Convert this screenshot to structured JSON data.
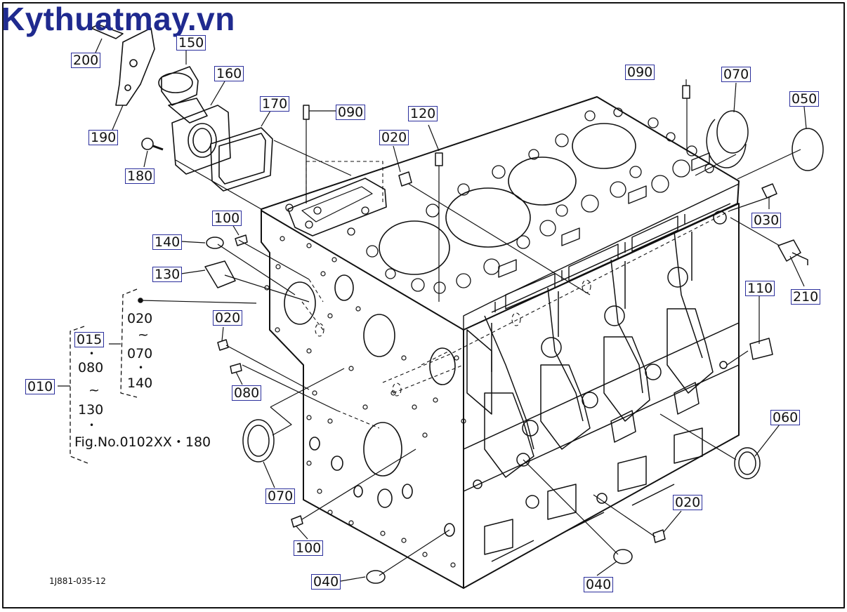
{
  "brand": "Kythuatmay.vn",
  "drawing_code": "1J881-035-12",
  "callouts": {
    "c200": "200",
    "c150": "150",
    "c160": "160",
    "c170": "170",
    "c190": "190",
    "c180": "180",
    "c090a": "090",
    "c090b": "090",
    "c120": "120",
    "c020a": "020",
    "c070a": "070",
    "c050": "050",
    "c030": "030",
    "c210": "210",
    "c100a": "100",
    "c140": "140",
    "c130": "130",
    "c020b": "020",
    "c080": "080",
    "c015": "015",
    "c010": "010",
    "c070b": "070",
    "c110": "110",
    "c060": "060",
    "c020c": "020",
    "c100b": "100",
    "c040a": "040",
    "c040b": "040"
  },
  "group_015": {
    "from": "020",
    "tilde": "~",
    "to": "070",
    "dot": "•",
    "last": "140"
  },
  "group_010": {
    "from": "080",
    "tilde": "~",
    "to": "130",
    "dot": "•",
    "ref": "Fig.No.0102XX・180"
  }
}
